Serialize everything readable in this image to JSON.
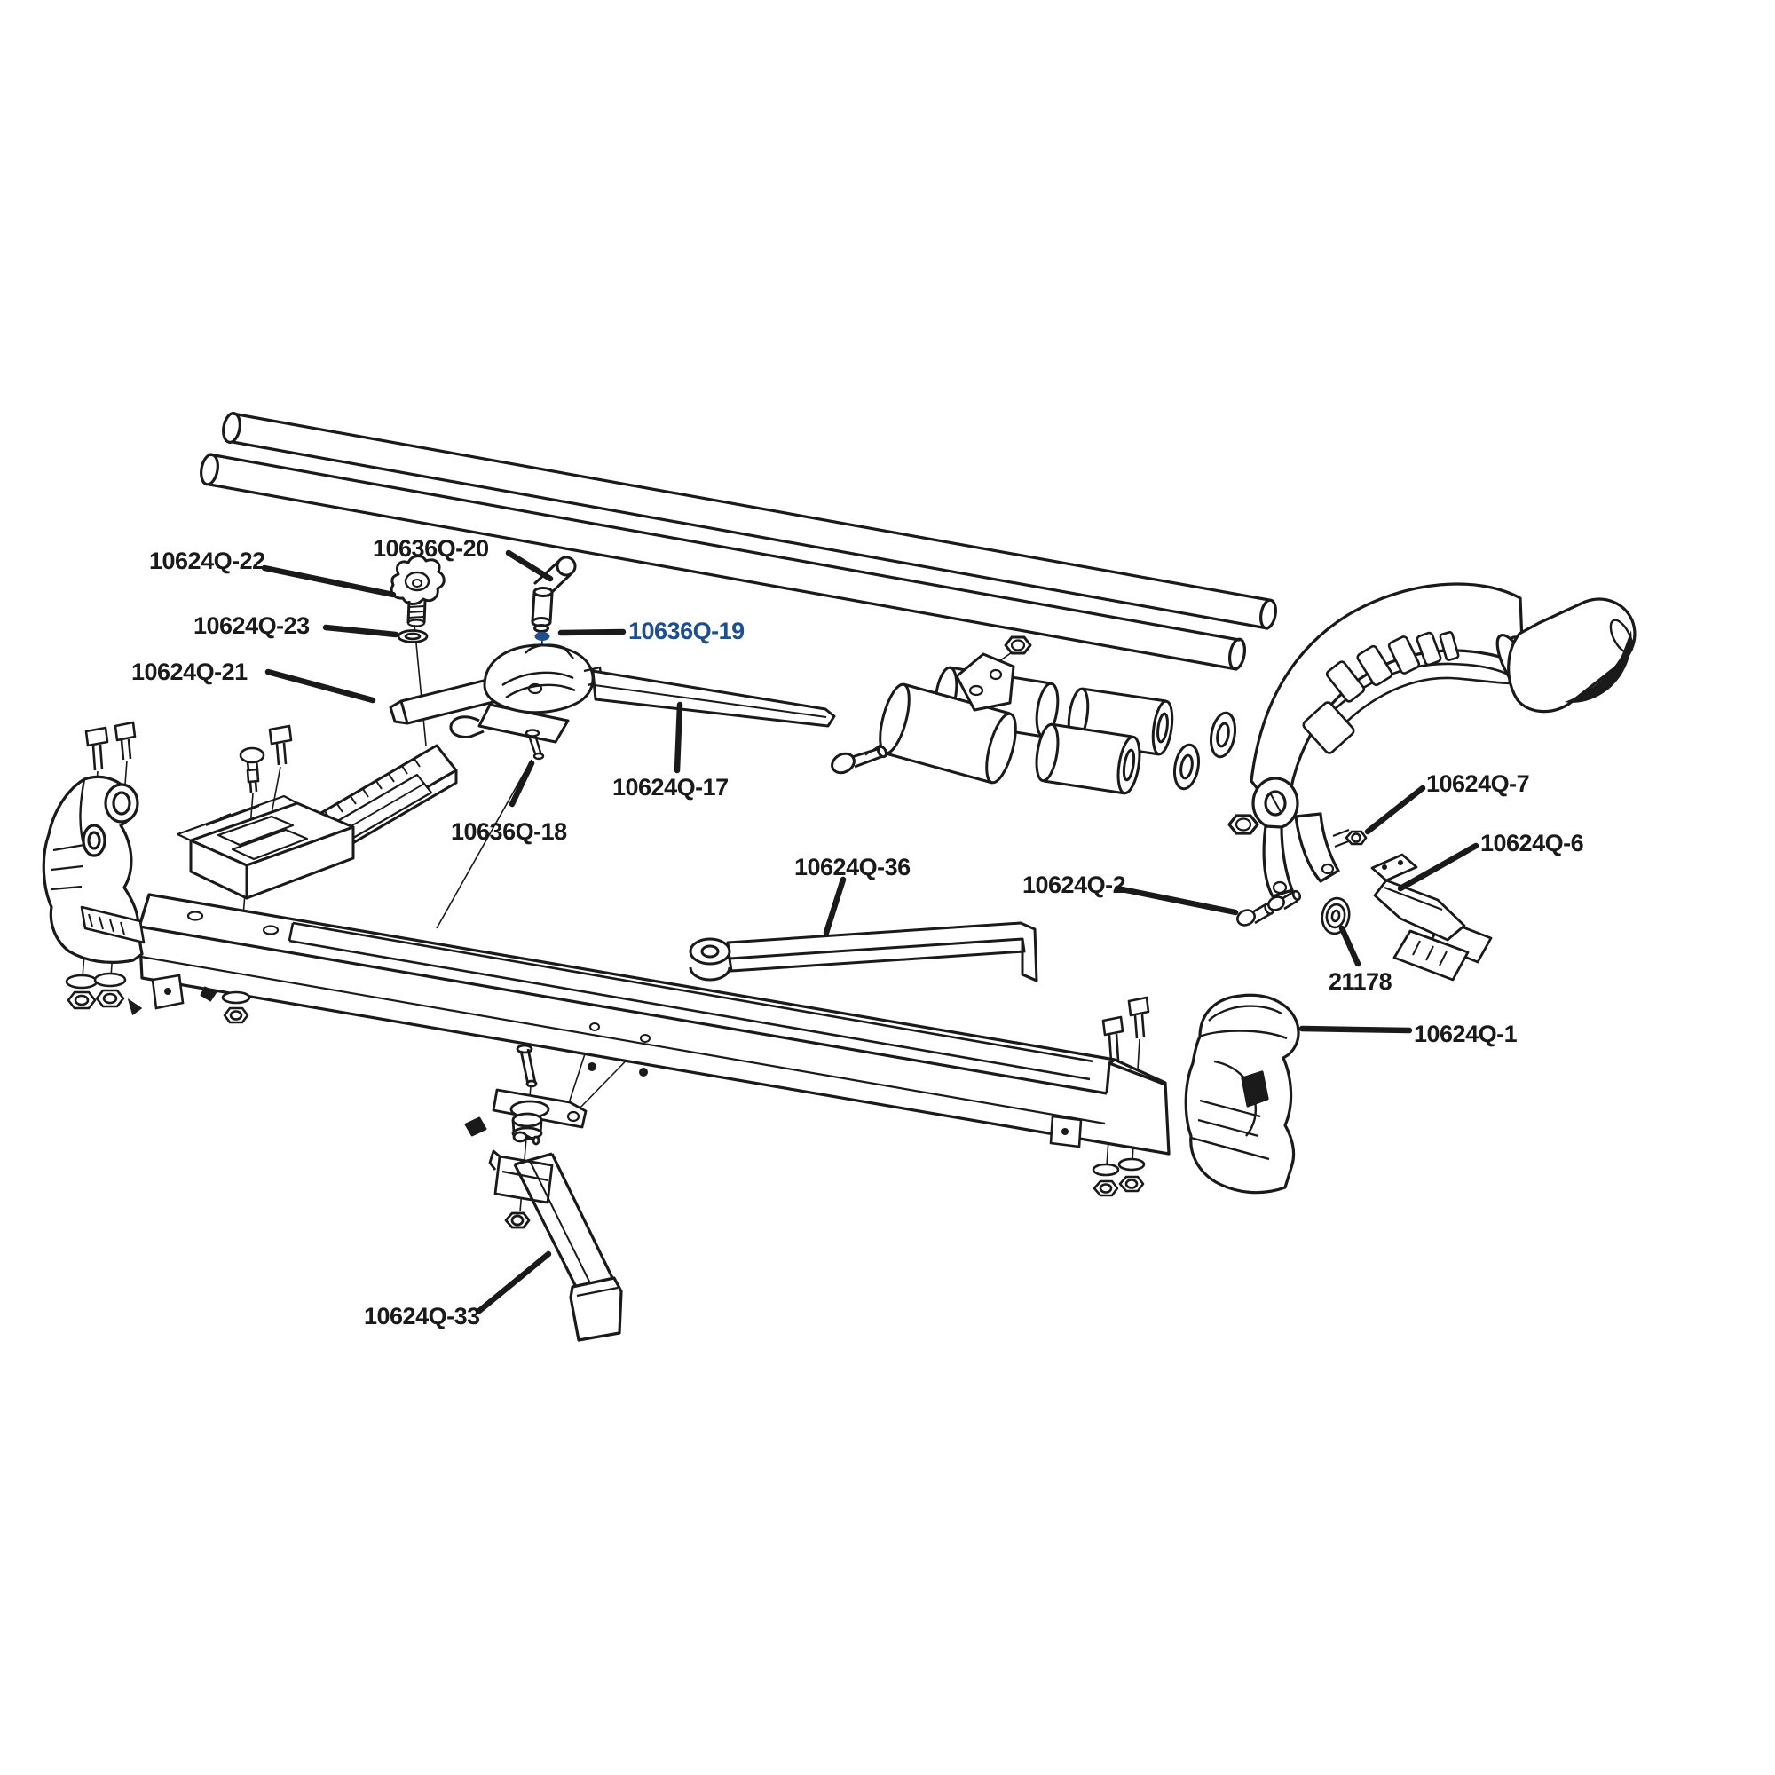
{
  "diagram": {
    "type": "exploded-parts-diagram",
    "subject": "tile cutter exploded parts view",
    "background_color": "#ffffff",
    "line_color": "#1a1a1a",
    "highlight_color": "#1e4e8e",
    "highlighted_part_label": "10636Q-19"
  },
  "labels": [
    {
      "text": "10624Q-22",
      "color": "#1a1a1a"
    },
    {
      "text": "10636Q-20",
      "color": "#1a1a1a"
    },
    {
      "text": "10624Q-23",
      "color": "#1a1a1a"
    },
    {
      "text": "10636Q-19",
      "color": "#1e4e8e"
    },
    {
      "text": "10624Q-21",
      "color": "#1a1a1a"
    },
    {
      "text": "10624Q-17",
      "color": "#1a1a1a"
    },
    {
      "text": "10636Q-18",
      "color": "#1a1a1a"
    },
    {
      "text": "10624Q-36",
      "color": "#1a1a1a"
    },
    {
      "text": "10624Q-2",
      "color": "#1a1a1a"
    },
    {
      "text": "10624Q-7",
      "color": "#1a1a1a"
    },
    {
      "text": "10624Q-6",
      "color": "#1a1a1a"
    },
    {
      "text": "21178",
      "color": "#1a1a1a"
    },
    {
      "text": "10624Q-1",
      "color": "#1a1a1a"
    },
    {
      "text": "10624Q-33",
      "color": "#1a1a1a"
    }
  ]
}
